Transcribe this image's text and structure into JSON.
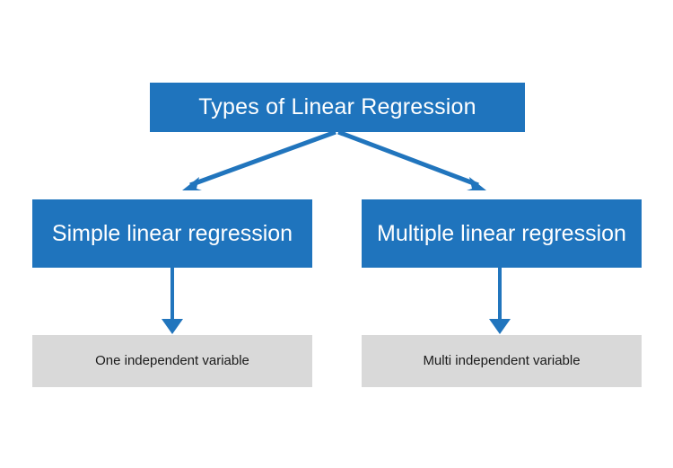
{
  "diagram": {
    "title": "Types of Linear Regression",
    "type": "hierarchy-tree",
    "background_color": "#FFFFFF",
    "colors": {
      "node_blue": "#1F74BD",
      "node_gray": "#D9D9D9",
      "blue_text": "#FFFFFF",
      "gray_text": "#1A1A1A",
      "connector": "#2175BD"
    },
    "nodes": {
      "root": {
        "label": "Types of Linear Regression",
        "style": "blue",
        "level": 1
      },
      "simple": {
        "label": "Simple linear regression",
        "style": "blue",
        "level": 2
      },
      "multiple": {
        "label": "Multiple linear regression",
        "style": "blue",
        "level": 2
      },
      "one_variable": {
        "label": "One independent variable",
        "style": "gray",
        "level": 3
      },
      "multi_variable": {
        "label": "Multi independent variable",
        "style": "gray",
        "level": 3
      }
    },
    "connectors": [
      {
        "name": "root-to-simple",
        "from": "root",
        "to": "simple",
        "shape": "diagonal",
        "arrowhead": "end"
      },
      {
        "name": "root-to-multiple",
        "from": "root",
        "to": "multiple",
        "shape": "diagonal",
        "arrowhead": "end"
      },
      {
        "name": "simple-to-one-variable",
        "from": "simple",
        "to": "one_variable",
        "shape": "vertical",
        "arrowhead": "end"
      },
      {
        "name": "multiple-to-multi-variable",
        "from": "multiple",
        "to": "multi_variable",
        "shape": "vertical",
        "arrowhead": "end"
      }
    ]
  }
}
